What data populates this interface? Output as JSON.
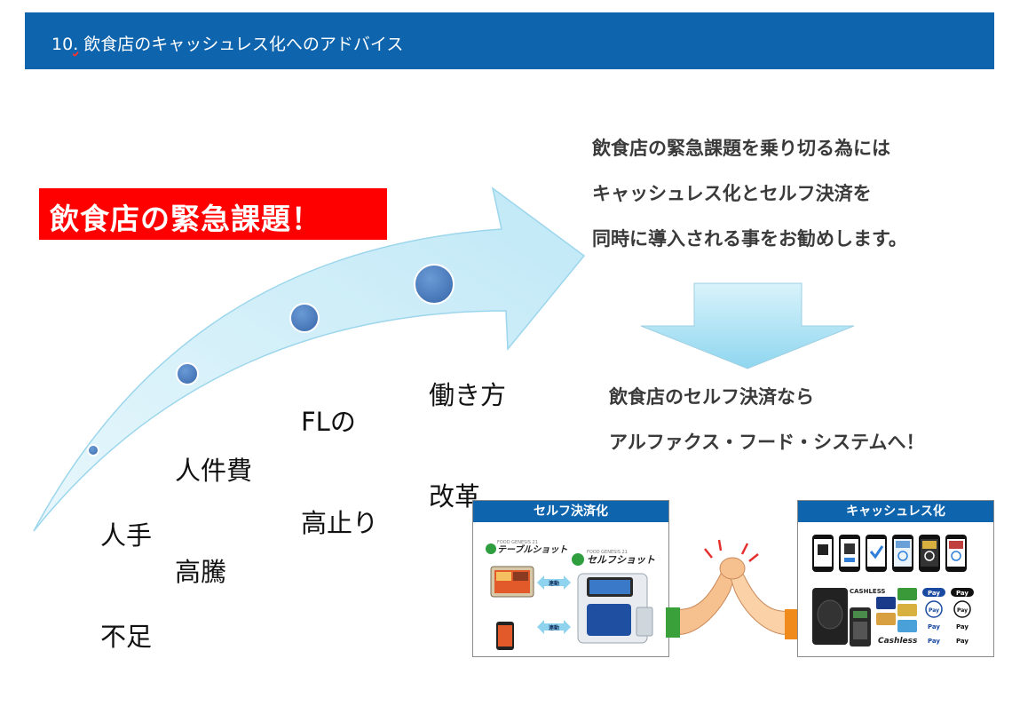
{
  "header": {
    "number": "10",
    "separator": ".",
    "title": "飲食店のキャッシュレス化へのアドバイス"
  },
  "urgent_label": "飲食店の緊急課題！",
  "stages": [
    {
      "line1": "人手",
      "line2": "不足"
    },
    {
      "line1": "人件費",
      "line2": "高騰"
    },
    {
      "line1": "FLの",
      "line2": "高止り"
    },
    {
      "line1": "働き方",
      "line2": "改革"
    }
  ],
  "advice": {
    "line1": "飲食店の緊急課題を乗り切る為には",
    "line2": "キャッシュレス化とセルフ決済を",
    "line3": "同時に導入される事をお勧めします。"
  },
  "recommend": {
    "line1": "飲食店のセルフ決済なら",
    "line2": "アルファクス・フード・システムへ！"
  },
  "self_panel": {
    "title": "セルフ決済化",
    "logo_table": "テーブルショット",
    "logo_self": "セルフショット",
    "brand_small": "FOOD GENESIS 21",
    "link_label": "連動"
  },
  "cashless_panel": {
    "title": "キャッシュレス化",
    "cashless_word": "CASHLESS",
    "cashless_script": "Cashless",
    "pay": "Pay"
  },
  "colors": {
    "header_bg": "#0e64ad",
    "urgent_bg": "#ff0000",
    "arrow_fill": "#cdeef9",
    "dot": "#4f7fbf"
  }
}
